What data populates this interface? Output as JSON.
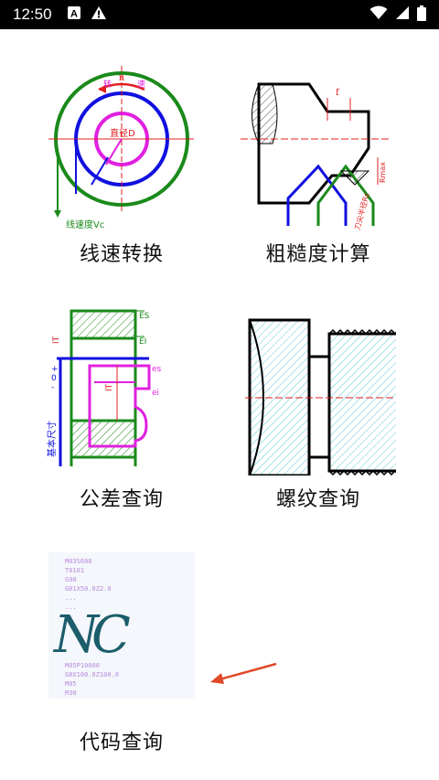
{
  "status": {
    "time": "12:50",
    "left_icons": [
      "a-box-icon",
      "warning-icon"
    ],
    "right_icons": [
      "wifi-icon",
      "signal-icon",
      "battery-icon"
    ]
  },
  "tiles": [
    {
      "label": "线速转换",
      "icon": "line-speed-diagram",
      "diagram_text": {
        "n": "n",
        "turn": "转",
        "speed": "速",
        "diameter": "直径D",
        "vc": "线速度Vc"
      }
    },
    {
      "label": "粗糙度计算",
      "icon": "roughness-diagram",
      "diagram_text": {
        "f": "f",
        "rmax": "Rmax",
        "radius": "刀尖半径Rε"
      }
    },
    {
      "label": "公差查询",
      "icon": "tolerance-diagram",
      "diagram_text": {
        "es_upper": "ES",
        "ei_upper": "EI",
        "es": "es",
        "ei": "ei",
        "it": "IT",
        "zero": "0",
        "plus": "+",
        "minus": "-",
        "base": "基本尺寸"
      }
    },
    {
      "label": "螺纹查询",
      "icon": "thread-diagram"
    },
    {
      "label": "代码查询",
      "icon": "nc-code-diagram",
      "diagram_text": {
        "logo": "NC",
        "code_lines": [
          "M03S600",
          "T0101",
          "G90",
          "G01X50.0Z2.0",
          "...",
          "...",
          "M05P10000",
          "G0X100.0Z100.0",
          "M05",
          "M30"
        ]
      }
    }
  ],
  "colors": {
    "green": "#1a8a1a",
    "blue": "#1010e0",
    "magenta": "#e020e0",
    "red": "#e02020",
    "teal": "#1c5d6b",
    "hatch": "#5fc7d6",
    "arrow": "#e04a2a"
  }
}
